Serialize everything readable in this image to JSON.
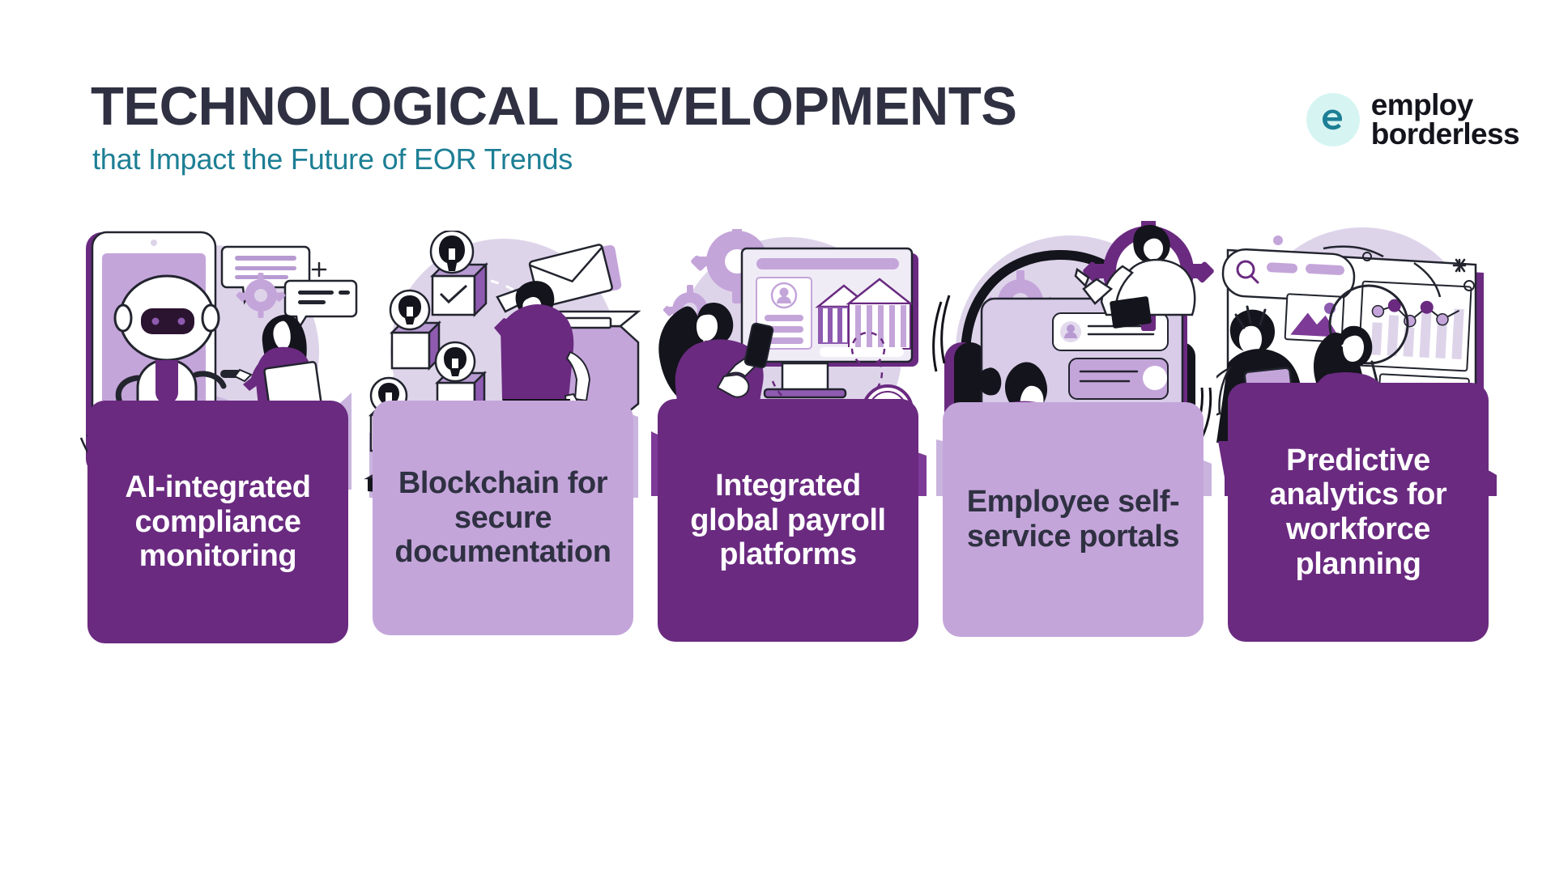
{
  "header": {
    "title": "TECHNOLOGICAL DEVELOPMENTS",
    "subtitle": "that Impact the Future of EOR Trends",
    "title_color": "#2f3142",
    "subtitle_color": "#1d7f95"
  },
  "logo": {
    "mark_letter": "e",
    "mark_bg": "#d6f5f2",
    "mark_color": "#1d7f95",
    "line1": "employ",
    "line2": "borderless",
    "text_color": "#14141c"
  },
  "palette": {
    "dark_purple": "#6a2a80",
    "light_purple": "#c4a5da",
    "pale_lilac": "#ded4ea",
    "mid_purple": "#9a6bbb",
    "ink": "#2f3142",
    "white": "#ffffff"
  },
  "cards": [
    {
      "index": 1,
      "label": "AI-integrated compliance monitoring",
      "bg": "#6a2a80",
      "text_color": "#ffffff",
      "illustration": "ai-compliance-robot-illustration",
      "icons": [
        "robot-icon",
        "smartphone-icon",
        "chat-bubble-icon",
        "gear-icon",
        "woman-with-clipboard-icon",
        "magnifier-circle-icon",
        "sparkle-icon"
      ]
    },
    {
      "index": 2,
      "label": "Blockchain for secure documentation",
      "bg": "#c4a5da",
      "text_color": "#2f3142",
      "illustration": "blockchain-documents-illustration",
      "icons": [
        "blockchain-block-icon",
        "avatar-icon",
        "envelope-icon",
        "ballot-box-icon",
        "person-reaching-icon",
        "smartphone-icon",
        "checkmark-icon"
      ]
    },
    {
      "index": 3,
      "label": "Integrated global payroll platforms",
      "bg": "#6a2a80",
      "text_color": "#ffffff",
      "illustration": "global-payroll-illustration",
      "icons": [
        "monitor-icon",
        "bank-building-icon",
        "profile-card-icon",
        "dollar-coin-icon",
        "gear-icon",
        "woman-with-phone-icon",
        "sparkle-icon"
      ]
    },
    {
      "index": 4,
      "label": "Employee self-service portals",
      "bg": "#c4a5da",
      "text_color": "#2f3142",
      "illustration": "employee-self-service-illustration",
      "icons": [
        "headphones-icon",
        "tablet-icon",
        "chat-list-icon",
        "avatar-icon",
        "gear-icon",
        "person-pointing-icon",
        "sparkle-icon"
      ]
    },
    {
      "index": 5,
      "label": "Predictive analytics for workforce planning",
      "bg": "#6a2a80",
      "text_color": "#ffffff",
      "illustration": "predictive-analytics-illustration",
      "icons": [
        "dashboard-icon",
        "search-icon",
        "bar-chart-icon",
        "line-chart-icon",
        "magnifier-icon",
        "image-placeholder-icon",
        "text-block-icon",
        "sparkle-icon"
      ]
    }
  ]
}
